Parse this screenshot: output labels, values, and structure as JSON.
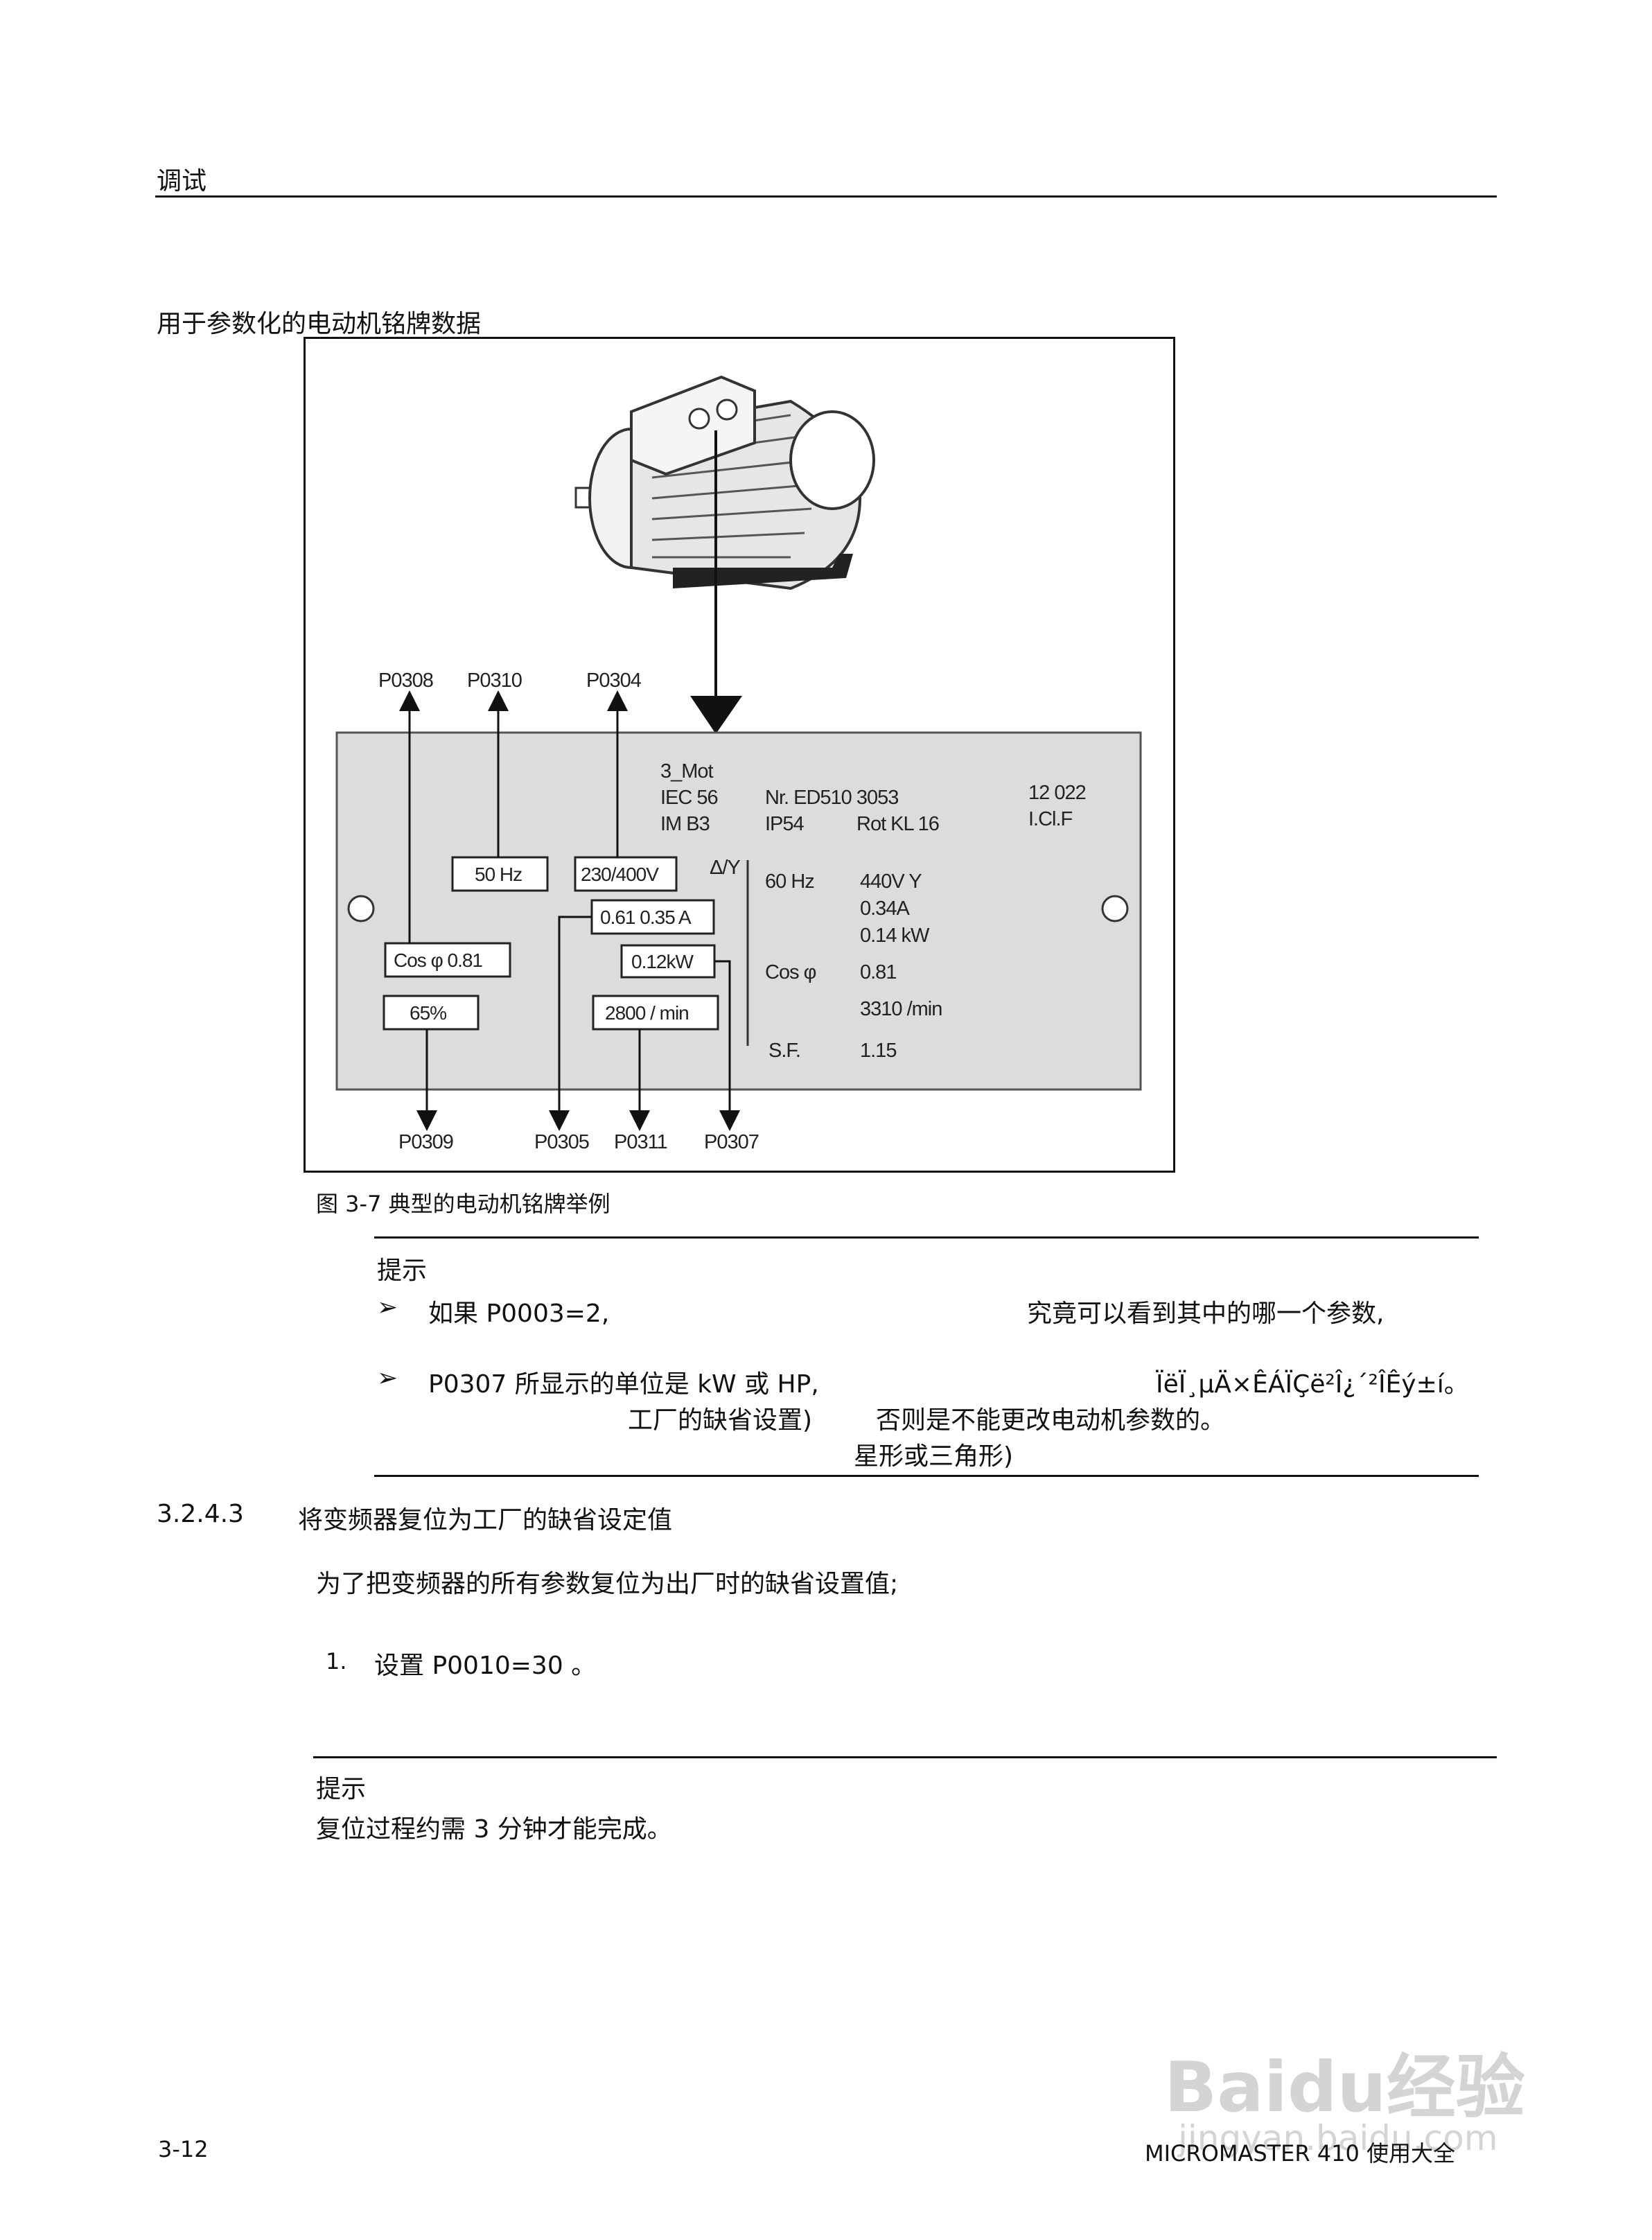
{
  "header": {
    "section": "调试"
  },
  "intro_title": "用于参数化的电动机铭牌数据",
  "figure": {
    "caption": "图 3-7    典型的电动机铭牌举例",
    "top_labels": [
      "P0308",
      "P0310",
      "P0304"
    ],
    "bottom_labels": [
      "P0309",
      "P0305",
      "P0311",
      "P0307"
    ],
    "plate": {
      "block1": [
        "3_Mot",
        "IEC 56",
        "IM B3"
      ],
      "nr": "Nr. ED510 3053",
      "ip": "IP54",
      "rot": "Rot KL 16",
      "code1": "12 022",
      "code2": "I.Cl.F",
      "hz_label": "60 Hz",
      "v_value": "440V Y",
      "a_value": "0.34A",
      "kw_value": "0.14 kW",
      "cos_label": "Cos φ",
      "cos_value": "0.81",
      "rpm_value": "3310 /min",
      "sf_label": "S.F.",
      "sf_value": "1.15",
      "delta_y": "Δ/Y"
    },
    "boxes": {
      "hz": "50 Hz",
      "voltage": "230/400V",
      "current": "0.61 0.35 A",
      "cosphi": "Cos φ 0.81",
      "power": "0.12kW",
      "efficiency": "65%",
      "speed": "2800 / min"
    }
  },
  "note1": {
    "title": "提示",
    "item1_left": "如果 P0003=2,",
    "item1_right": "究竟可以看到其中的哪一个参数,",
    "item2_left": "P0307 所显示的单位是 kW 或 HP,",
    "item2_right": "ÏëÏ¸µÄ×ÊÁÏÇë²Î¿´²ÎÊý±í。",
    "item2_line2a": "工厂的缺省设置)",
    "item2_line2b": "否则是不能更改电动机参数的。",
    "item2_line3": "星形或三角形)"
  },
  "section": {
    "number": "3.2.4.3",
    "title": "将变频器复位为工厂的缺省设定值",
    "body": "为了把变频器的所有参数复位为出厂时的缺省设置值;",
    "step_number": "1.",
    "step_text": "设置 P0010=30 。"
  },
  "note2": {
    "title": "提示",
    "text": "复位过程约需 3 分钟才能完成。"
  },
  "footer": {
    "page": "3-12",
    "product": "MICROMASTER 410  使用大全"
  },
  "watermark": {
    "logo": "Baidu经验",
    "url": "jingyan.baidu.com"
  }
}
